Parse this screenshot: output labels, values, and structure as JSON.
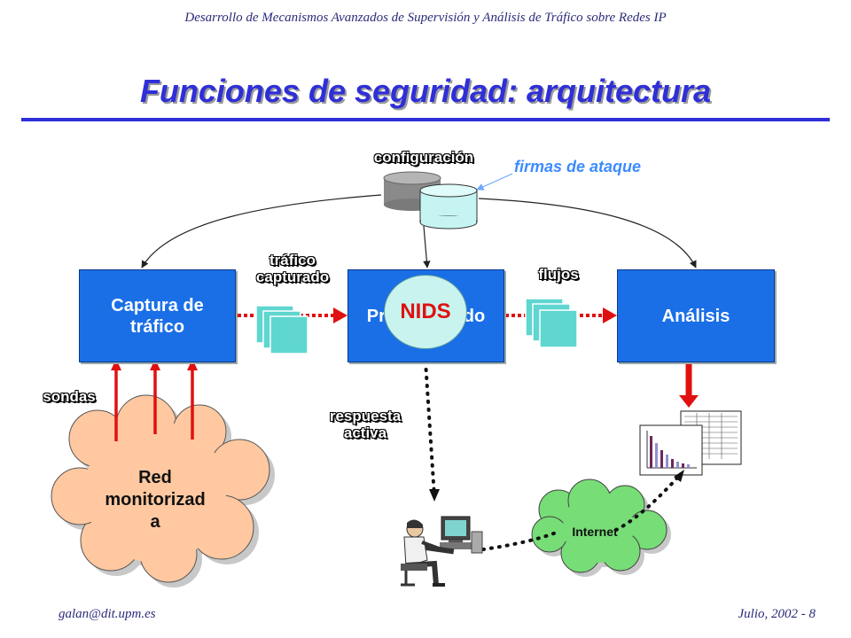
{
  "header": {
    "text": "Desarrollo de Mecanismos Avanzados de Supervisión y Análisis de Tráfico sobre Redes IP"
  },
  "title": "Funciones de seguridad: arquitectura",
  "labels": {
    "configuracion": "configuración",
    "firmas": "firmas de ataque",
    "trafico_line1": "tráfico",
    "trafico_line2": "capturado",
    "flujos": "flujos",
    "sondas": "sondas",
    "respuesta_line1": "respuesta",
    "respuesta_line2": "activa"
  },
  "boxes": {
    "captura_line1": "Captura de",
    "captura_line2": "tráfico",
    "preproc": "Preprocesado",
    "analisis": "Análisis"
  },
  "nids": "NIDS",
  "clouds": {
    "red_line1": "Red",
    "red_line2": "monitorizad",
    "red_line3": "a",
    "internet": "Internet"
  },
  "footer": {
    "email": "galan@dit.upm.es",
    "date": "Julio, 2002 - 8"
  },
  "colors": {
    "accent": "#2f2fd8",
    "box": "#1a6fe6",
    "arrow_red": "#e01010",
    "cloud_orange": "#ffc8a0",
    "cloud_green": "#77dd77",
    "nids": "#c9f3ef"
  }
}
